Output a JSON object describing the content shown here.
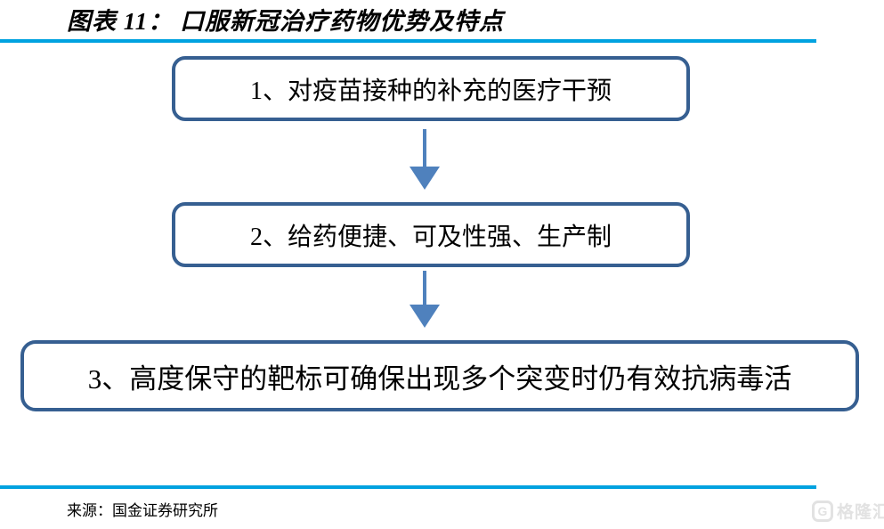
{
  "figure": {
    "title": "图表 11： 口服新冠治疗药物优势及特点",
    "source": "来源：国金证券研究所"
  },
  "flowchart": {
    "boxes": [
      {
        "label": "1、对疫苗接种的补充的医疗干预"
      },
      {
        "label": "2、给药便捷、可及性强、生产制"
      },
      {
        "label": "3、高度保守的靶标可确保出现多个突变时仍有效抗病毒活"
      }
    ]
  },
  "watermark": {
    "logo_letter": "G",
    "text": "格隆汇"
  },
  "colors": {
    "rule_line": "#00a2e0",
    "box_border": "#365f91",
    "arrow": "#4f81bd",
    "text": "#000000",
    "watermark": "#e2e2e2",
    "background": "#ffffff"
  }
}
